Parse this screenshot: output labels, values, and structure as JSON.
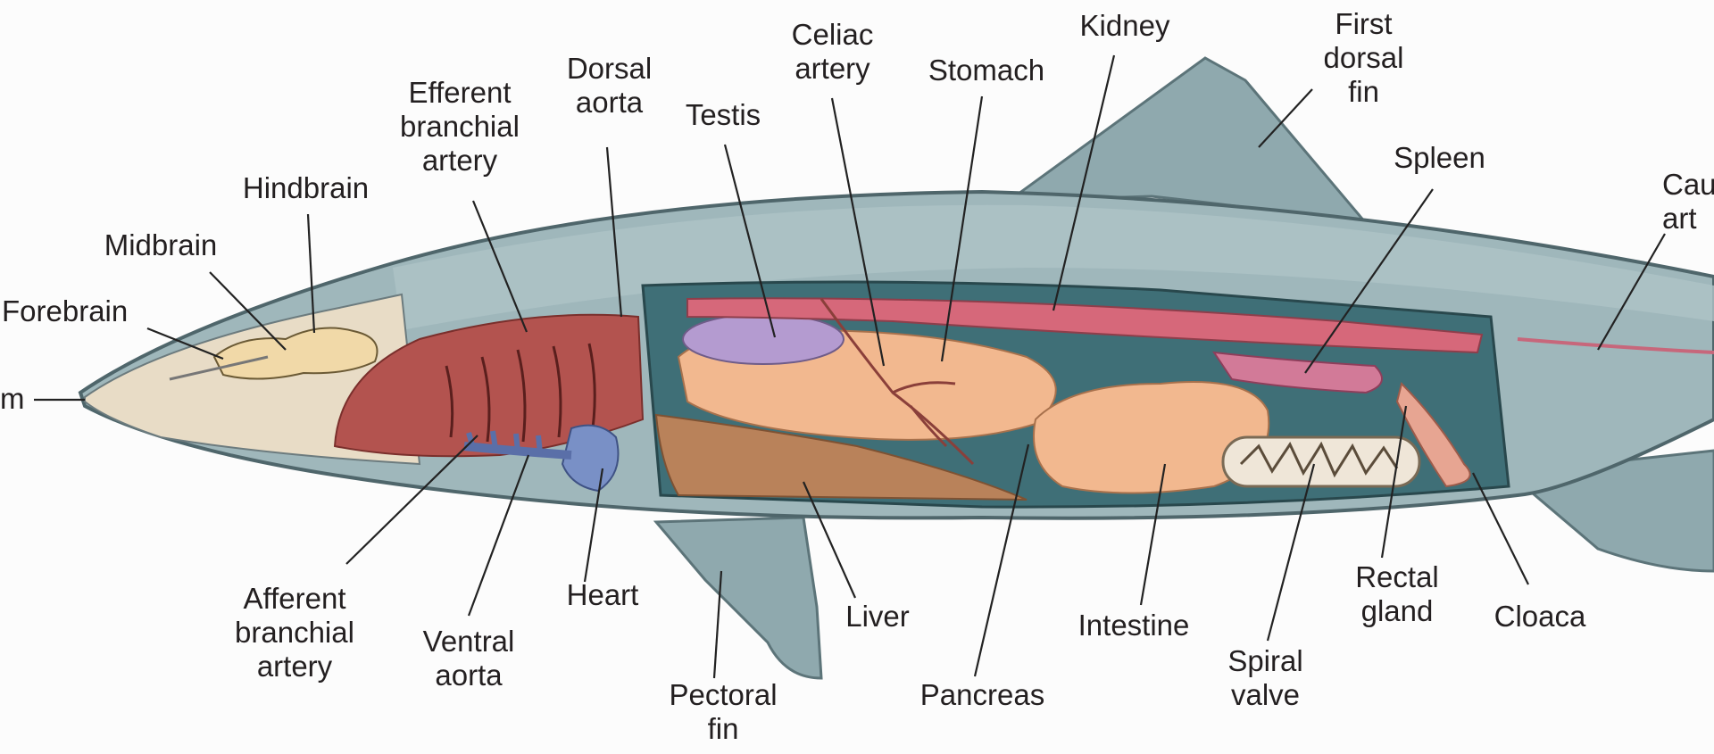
{
  "labels": {
    "rostrum_cut": "m",
    "forebrain": "Forebrain",
    "midbrain": "Midbrain",
    "hindbrain": "Hindbrain",
    "efferent_branchial_artery": "Efferent\nbranchial\nartery",
    "dorsal_aorta": "Dorsal\naorta",
    "testis": "Testis",
    "celiac_artery": "Celiac\nartery",
    "stomach": "Stomach",
    "kidney": "Kidney",
    "first_dorsal_fin": "First\ndorsal\nfin",
    "spleen": "Spleen",
    "caudal_artery_cut": "Cau\nart",
    "afferent_branchial_artery": "Afferent\nbranchial\nartery",
    "ventral_aorta": "Ventral\naorta",
    "heart": "Heart",
    "pectoral_fin": "Pectoral\nfin",
    "liver": "Liver",
    "pancreas": "Pancreas",
    "intestine": "Intestine",
    "spiral_valve": "Spiral\nvalve",
    "rectal_gland": "Rectal\ngland",
    "cloaca": "Cloaca"
  },
  "colors": {
    "skin": "#8fa9ae",
    "skin_light": "#b9ccd0",
    "body_cavity": "#3f6f77",
    "gills": "#b3534f",
    "liver": "#b9825a",
    "stomach": "#f2b88f",
    "testis": "#b49bd0",
    "kidney": "#d6687a",
    "heart_vessels": "#7990c6",
    "leader": "#222222"
  }
}
